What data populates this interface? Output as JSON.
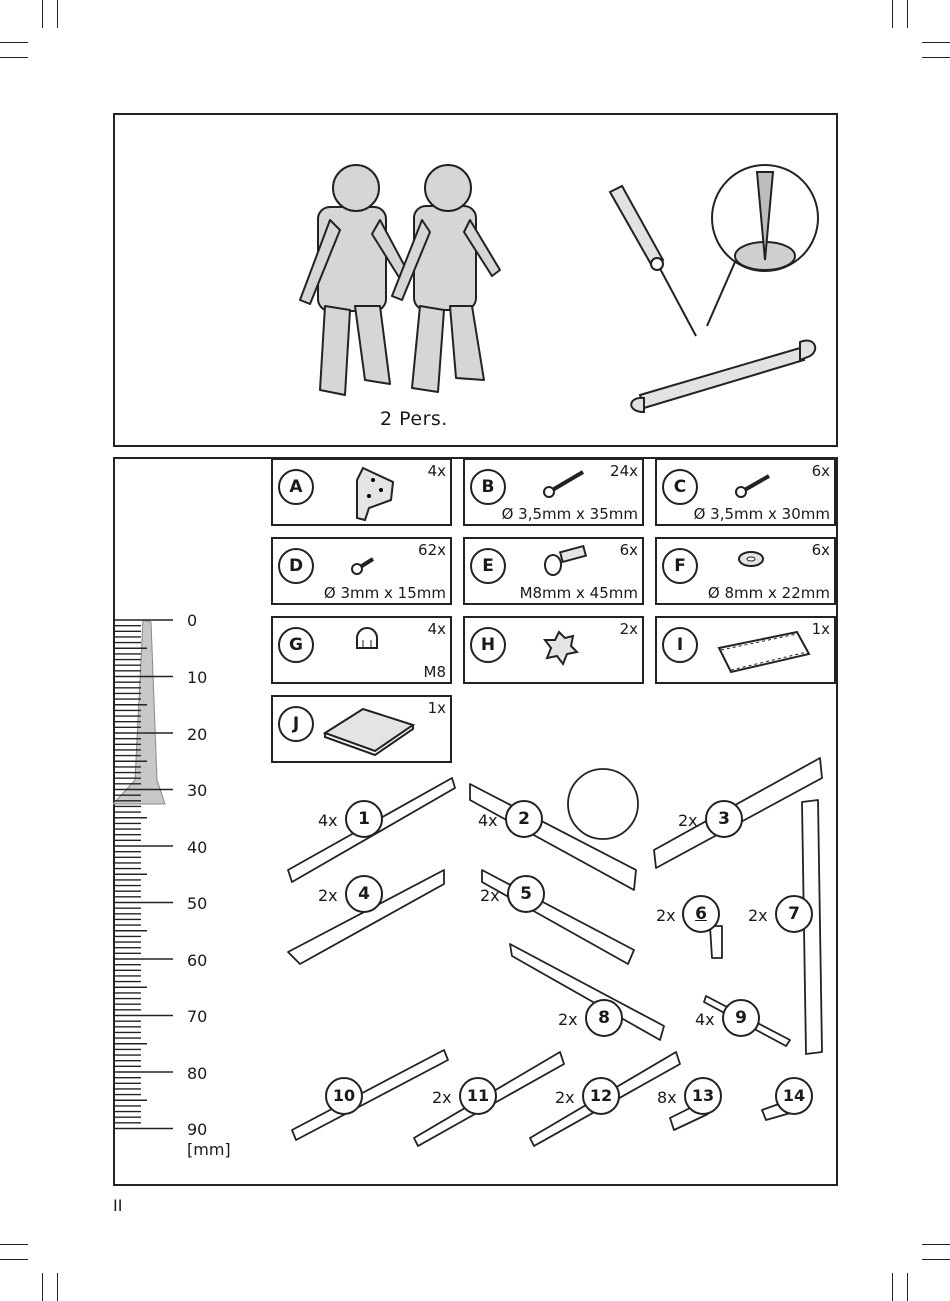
{
  "persons_label": "2 Pers.",
  "page_number": "II",
  "hardware": [
    {
      "letter": "A",
      "qty": "4x",
      "spec": ""
    },
    {
      "letter": "B",
      "qty": "24x",
      "spec": "Ø 3,5mm x 35mm"
    },
    {
      "letter": "C",
      "qty": "6x",
      "spec": "Ø 3,5mm x 30mm"
    },
    {
      "letter": "D",
      "qty": "62x",
      "spec": "Ø 3mm x 15mm"
    },
    {
      "letter": "E",
      "qty": "6x",
      "spec": "M8mm x 45mm"
    },
    {
      "letter": "F",
      "qty": "6x",
      "spec": "Ø 8mm x 22mm"
    },
    {
      "letter": "G",
      "qty": "4x",
      "spec": "M8"
    },
    {
      "letter": "H",
      "qty": "2x",
      "spec": ""
    },
    {
      "letter": "I",
      "qty": "1x",
      "spec": ""
    },
    {
      "letter": "J",
      "qty": "1x",
      "spec": ""
    }
  ],
  "ruler": {
    "labels": [
      "0",
      "10",
      "20",
      "30",
      "40",
      "50",
      "60",
      "70",
      "80",
      "90"
    ],
    "unit": "[mm]"
  },
  "parts": [
    {
      "num": "1",
      "qty": "4x"
    },
    {
      "num": "2",
      "qty": "4x"
    },
    {
      "num": "3",
      "qty": "2x"
    },
    {
      "num": "4",
      "qty": "2x"
    },
    {
      "num": "5",
      "qty": "2x"
    },
    {
      "num": "6",
      "qty": "2x"
    },
    {
      "num": "7",
      "qty": "2x"
    },
    {
      "num": "8",
      "qty": "2x"
    },
    {
      "num": "9",
      "qty": "4x"
    },
    {
      "num": "10",
      "qty": ""
    },
    {
      "num": "11",
      "qty": "2x"
    },
    {
      "num": "12",
      "qty": "2x"
    },
    {
      "num": "13",
      "qty": "8x"
    },
    {
      "num": "14",
      "qty": ""
    }
  ]
}
